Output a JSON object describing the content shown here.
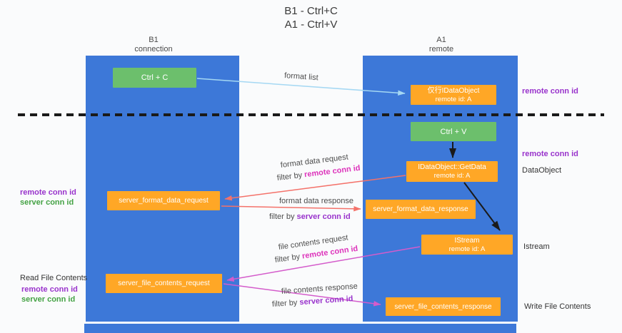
{
  "title": {
    "line1": "B1 - Ctrl+C",
    "line2": "A1 - Ctrl+V"
  },
  "lanes": {
    "left": {
      "name": "B1",
      "subtitle": "connection"
    },
    "right": {
      "name": "A1",
      "subtitle": "remote"
    }
  },
  "boxes": {
    "ctrl_c": "Ctrl + C",
    "ctrl_v": "Ctrl + V",
    "idataobject": {
      "line1": "仅行IDataObject",
      "line2": "remote id: A"
    },
    "getdata": {
      "line1": "IDataObject::GetData",
      "line2": "remote id: A"
    },
    "istream": {
      "line1": "IStream",
      "line2": "remote id: A"
    },
    "format_request": "server_format_data_request",
    "format_response": "server_format_data_response",
    "file_request": "server_file_contents_request",
    "file_response": "server_file_contents_response"
  },
  "arrow_labels": {
    "format_list": "format list",
    "format_data_request": "format data request",
    "format_data_response": "format data response",
    "file_contents_request": "file contents request",
    "file_contents_response": "file contents response",
    "filter_by": "filter by ",
    "remote_conn_id": "remote conn id",
    "server_conn_id": "server conn id"
  },
  "side_labels": {
    "remote_conn_id": "remote conn id",
    "server_conn_id": "server conn id",
    "dataobject": "DataObject",
    "istream": "Istream",
    "read_file_contents": "Read File Contents",
    "write_file_contents": "Write File Contents"
  },
  "colors": {
    "lane_blue": "#3d78d8",
    "box_orange": "#ffa726",
    "box_green": "#6cbf6c",
    "arrow_salmon": "#f4726a",
    "arrow_magenta": "#d45ccb",
    "arrow_lightblue": "#a5d8f3",
    "text_purple": "#9933cc",
    "text_green": "#44a244",
    "text_magenta": "#dd33bb"
  }
}
